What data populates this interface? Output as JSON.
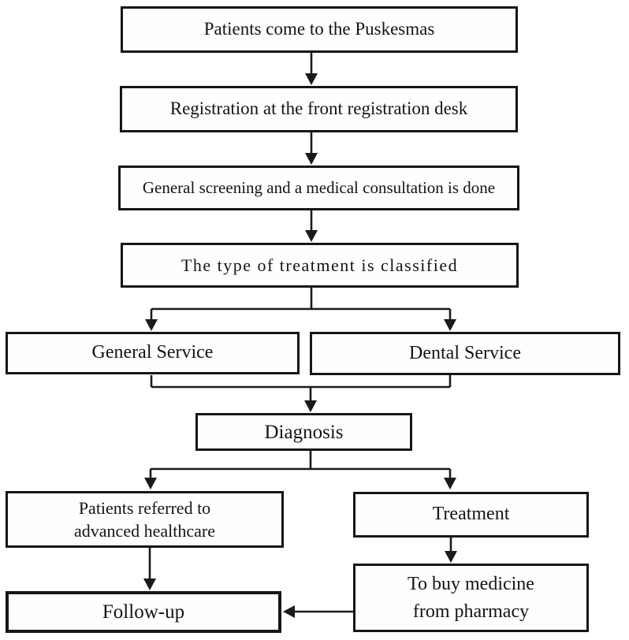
{
  "diagram": {
    "type": "flowchart",
    "description": "Patient flow at the Puskesmas (community health center)",
    "colors": {
      "background": "#ffffff",
      "box_fill": "#fefefe",
      "box_border": "#161616",
      "text": "#141414",
      "arrow": "#1a1a1a"
    },
    "nodes": [
      {
        "id": "patients-come",
        "label": "Patients come to the Puskesmas"
      },
      {
        "id": "registration",
        "label": "Registration at the front registration desk"
      },
      {
        "id": "screening",
        "label": "General screening and a medical consultation is done"
      },
      {
        "id": "classification",
        "label": "The type of treatment is classified"
      },
      {
        "id": "general-service",
        "label": "General Service"
      },
      {
        "id": "dental-service",
        "label": "Dental Service"
      },
      {
        "id": "diagnosis",
        "label": "Diagnosis"
      },
      {
        "id": "referred",
        "label": "Patients referred to advanced healthcare",
        "label_lines": [
          "Patients referred to",
          "advanced healthcare"
        ]
      },
      {
        "id": "treatment",
        "label": "Treatment"
      },
      {
        "id": "buy-medicine",
        "label": "To buy medicine from pharmacy",
        "label_lines": [
          "To buy medicine",
          "from pharmacy"
        ]
      },
      {
        "id": "follow-up",
        "label": "Follow-up"
      }
    ],
    "edges": [
      {
        "from": "patients-come",
        "to": "registration"
      },
      {
        "from": "registration",
        "to": "screening"
      },
      {
        "from": "screening",
        "to": "classification"
      },
      {
        "from": "classification",
        "to": "general-service"
      },
      {
        "from": "classification",
        "to": "dental-service"
      },
      {
        "from": "general-service",
        "to": "diagnosis"
      },
      {
        "from": "dental-service",
        "to": "diagnosis"
      },
      {
        "from": "diagnosis",
        "to": "referred"
      },
      {
        "from": "diagnosis",
        "to": "treatment"
      },
      {
        "from": "treatment",
        "to": "buy-medicine"
      },
      {
        "from": "referred",
        "to": "follow-up"
      },
      {
        "from": "buy-medicine",
        "to": "follow-up"
      }
    ]
  }
}
